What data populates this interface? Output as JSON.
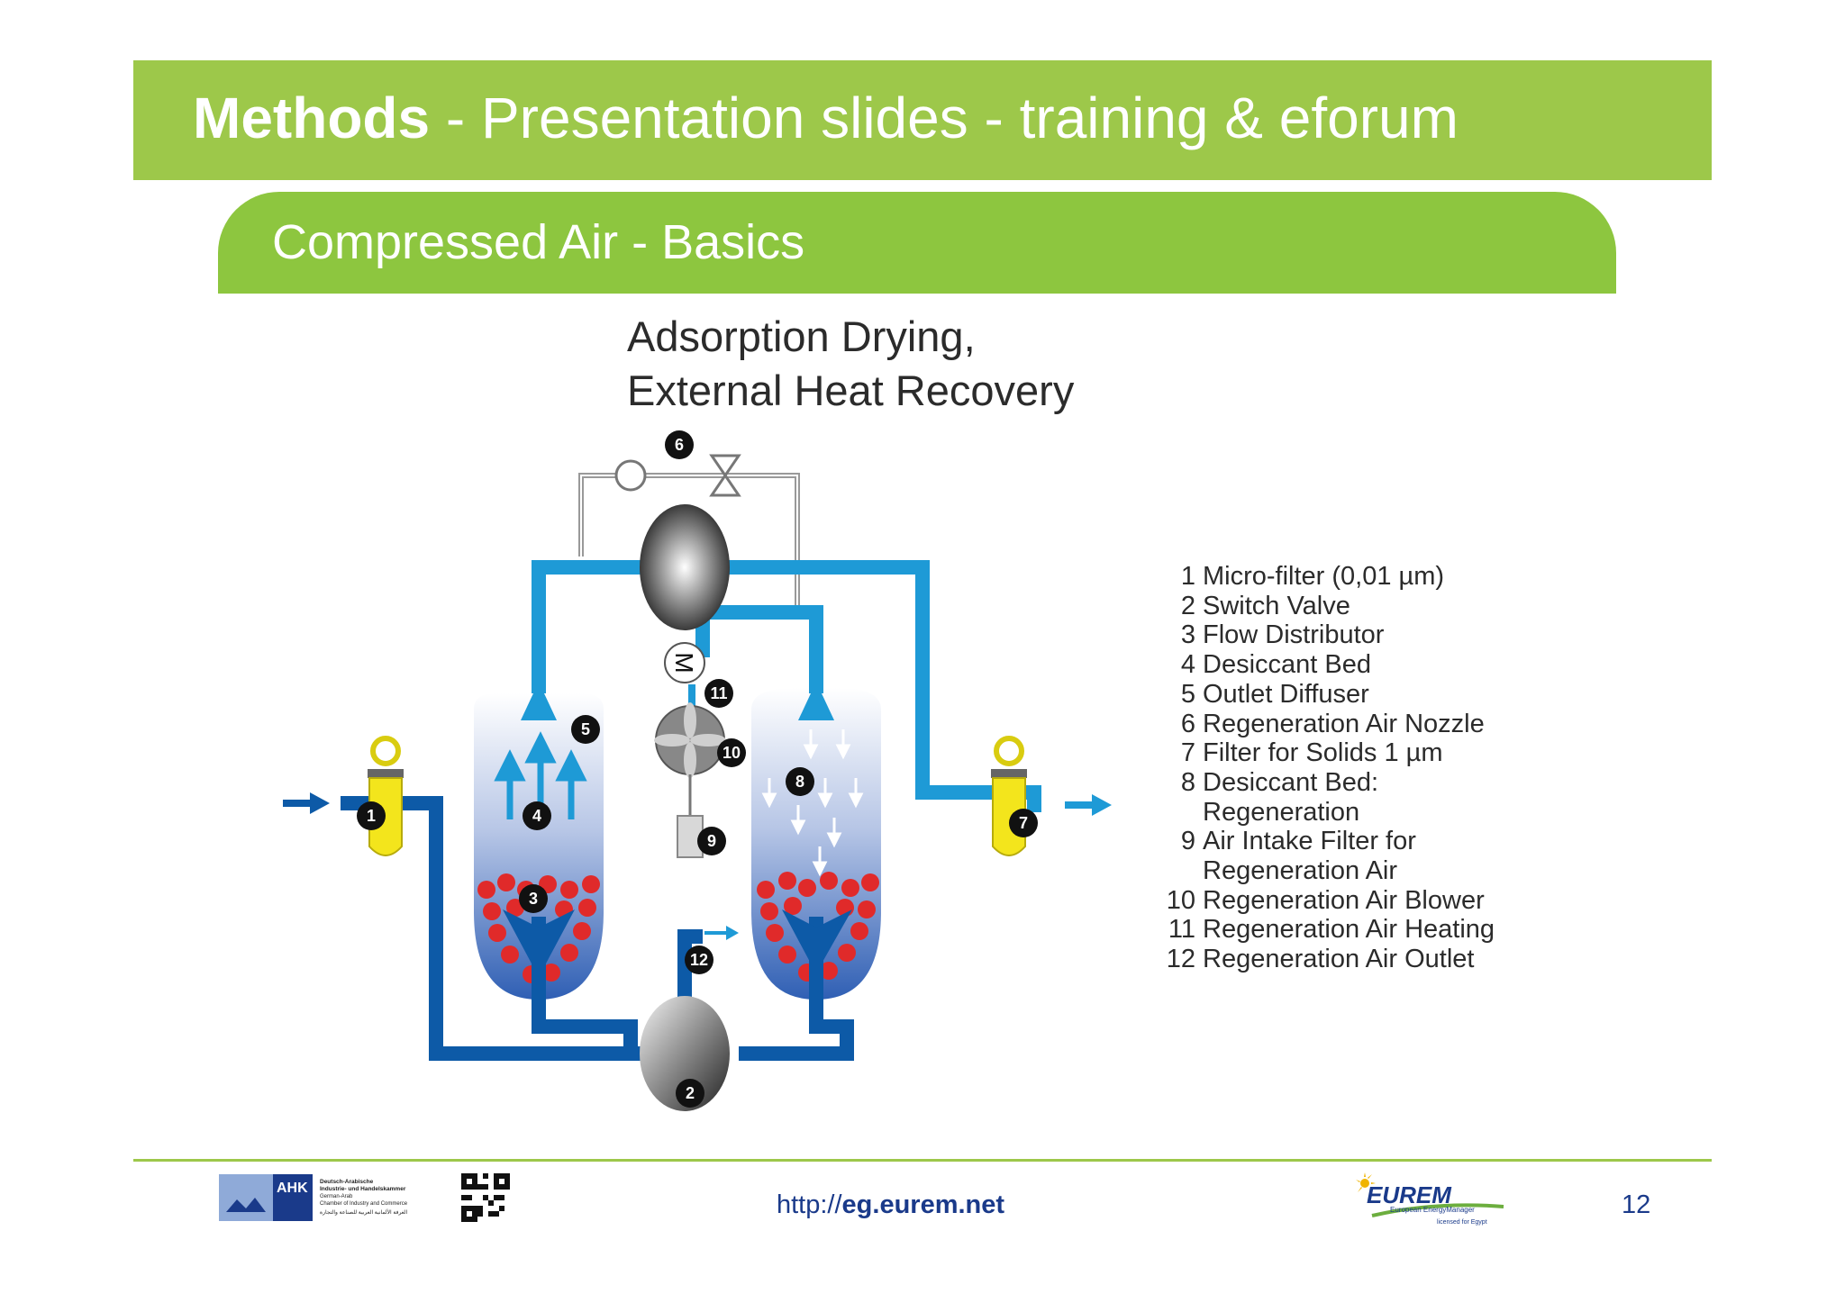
{
  "header": {
    "title_bold": "Methods",
    "title_rest": " - Presentation slides - training & eforum"
  },
  "section": {
    "title": "Compressed Air - Basics"
  },
  "diagram": {
    "title": "Adsorption Drying,\nExternal Heat Recovery",
    "motor_label": "M",
    "markers": [
      "1",
      "2",
      "3",
      "4",
      "5",
      "6",
      "7",
      "8",
      "9",
      "10",
      "11",
      "12"
    ]
  },
  "legend": [
    {
      "num": "1",
      "text": "Micro-filter (0,01 µm)"
    },
    {
      "num": "2",
      "text": "Switch Valve"
    },
    {
      "num": "3",
      "text": "Flow Distributor"
    },
    {
      "num": "4",
      "text": "Desiccant Bed"
    },
    {
      "num": "5",
      "text": "Outlet Diffuser"
    },
    {
      "num": "6",
      "text": "Regeneration Air Nozzle"
    },
    {
      "num": "7",
      "text": "Filter for Solids 1 µm"
    },
    {
      "num": "8",
      "text": "Desiccant Bed:"
    },
    {
      "num": "",
      "text": "Regeneration"
    },
    {
      "num": "9",
      "text": "Air Intake Filter for"
    },
    {
      "num": "",
      "text": "Regeneration Air"
    },
    {
      "num": "10",
      "text": "Regeneration Air Blower"
    },
    {
      "num": "11",
      "text": "Regeneration Air Heating"
    },
    {
      "num": "12",
      "text": "Regeneration Air Outlet"
    }
  ],
  "footer": {
    "url_prefix": "http://",
    "url_bold": "eg.eurem.net",
    "page_number": "12",
    "ahk_logo_text": "AHK",
    "ahk_lines": [
      "Deutsch-Arabische",
      "Industrie- und Handelskammer",
      "German-Arab",
      "Chamber of Industry and Commerce",
      "الغرفة الألمانية العربية للصناعة والتجارة"
    ],
    "eurem_logo_text": "EUREM",
    "eurem_sub": "European EnergyManager",
    "eurem_sub2": "licensed for Egypt"
  },
  "colors": {
    "header_green": "#9dc84a",
    "tab_green": "#8dc63f",
    "pipe_light": "#1e9ad6",
    "pipe_dark": "#0d5aa7",
    "desiccant": "#e02a2a",
    "filter_yellow": "#f3e51c"
  }
}
